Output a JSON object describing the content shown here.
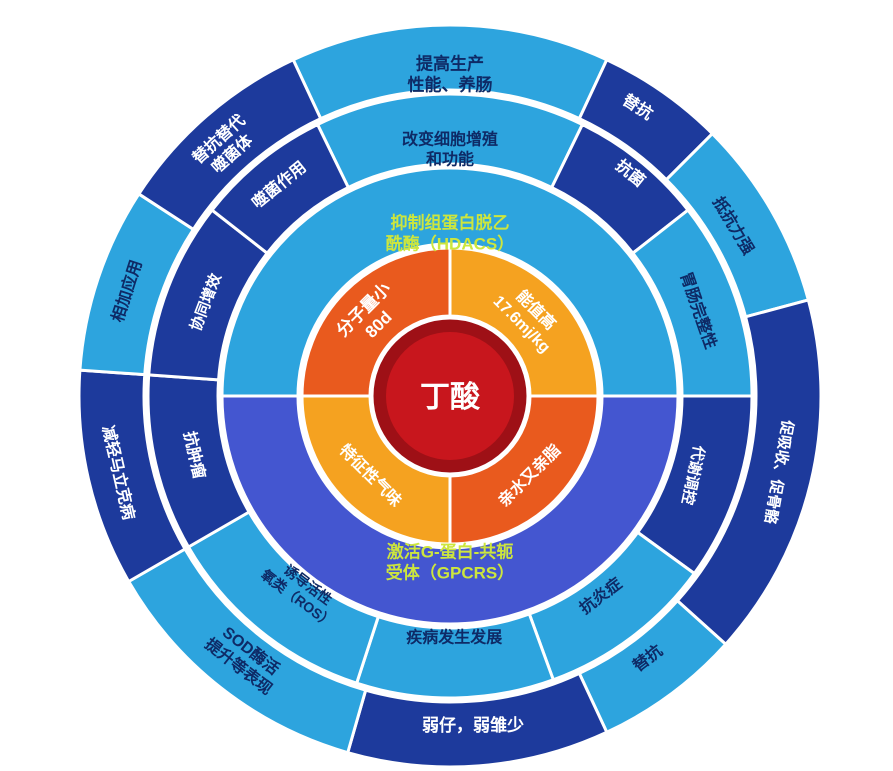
{
  "colors": {
    "lightBlue": "#2da4de",
    "darkBlue": "#1d3a9c",
    "royalBlue": "#4456d0",
    "orange": "#e95a1e",
    "amber": "#f5a220",
    "red": "#c8161d",
    "redRing": "#9e1016",
    "navyText": "#0e2a66",
    "greenText": "#cde63d",
    "white": "#ffffff"
  },
  "center": {
    "label": "丁酸"
  },
  "rings": [
    {
      "name": "inner-properties",
      "r0": 80,
      "r1": 148,
      "segments": [
        {
          "id": "molecular-weight",
          "a0": 270,
          "a1": 360,
          "fill": "orange",
          "label": {
            "lines": [
              "分子量小",
              "80d"
            ],
            "angle": 315,
            "r": 112,
            "rotate": -45,
            "color": "white",
            "size": 17,
            "bold": true
          }
        },
        {
          "id": "energy-value",
          "a0": 0,
          "a1": 90,
          "fill": "amber",
          "label": {
            "lines": [
              "能值高",
              "17.6mj/kg"
            ],
            "angle": 45,
            "r": 112,
            "rotate": 45,
            "color": "white",
            "size": 16,
            "bold": true
          }
        },
        {
          "id": "amphipathic",
          "a0": 90,
          "a1": 180,
          "fill": "orange",
          "label": {
            "lines": [
              "亲水又亲脂"
            ],
            "angle": 135,
            "r": 112,
            "rotate": -45,
            "color": "white",
            "size": 16,
            "bold": true
          }
        },
        {
          "id": "characteristic-odor",
          "a0": 180,
          "a1": 270,
          "fill": "amber",
          "label": {
            "lines": [
              "特征性气味"
            ],
            "angle": 225,
            "r": 112,
            "rotate": 45,
            "color": "white",
            "size": 16,
            "bold": true
          }
        }
      ]
    },
    {
      "name": "mechanism",
      "r0": 152,
      "r1": 228,
      "segments": [
        {
          "id": "hdacs",
          "a0": -90,
          "a1": 90,
          "fill": "lightBlue",
          "label": {
            "lines": [
              "抑制组蛋白脱乙",
              "酰酶（HDACS）"
            ],
            "angle": 0,
            "r": 163,
            "rotate": 0,
            "color": "greenText",
            "size": 17,
            "bold": true
          }
        },
        {
          "id": "gpcrs",
          "a0": 90,
          "a1": 270,
          "fill": "royalBlue",
          "label": {
            "lines": [
              "激活G-蛋白-共轭",
              "受体（GPCRS）"
            ],
            "angle": 180,
            "r": 166,
            "rotate": 0,
            "color": "greenText",
            "size": 17,
            "bold": true
          }
        }
      ]
    },
    {
      "name": "middle-effects",
      "r0": 232,
      "r1": 302,
      "segments": [
        {
          "id": "cell-proliferation",
          "a0": -26,
          "a1": 26,
          "fill": "lightBlue",
          "label": {
            "lines": [
              "改变细胞增殖",
              "和功能"
            ],
            "angle": 0,
            "r": 247,
            "rotate": 0,
            "color": "navyText",
            "size": 16,
            "bold": true
          }
        },
        {
          "id": "antibacterial",
          "a0": 26,
          "a1": 52,
          "fill": "darkBlue",
          "label": {
            "lines": [
              "抗菌"
            ],
            "angle": 39,
            "r": 287,
            "rotate": 39,
            "color": "white",
            "size": 16,
            "bold": true
          }
        },
        {
          "id": "gut-integrity",
          "a0": 52,
          "a1": 90,
          "fill": "lightBlue",
          "label": {
            "lines": [
              "胃肠完整性"
            ],
            "angle": 71,
            "r": 263,
            "rotate": 71,
            "color": "navyText",
            "size": 16,
            "bold": true
          }
        },
        {
          "id": "metabolic-regulation",
          "a0": 90,
          "a1": 126,
          "fill": "darkBlue",
          "label": {
            "lines": [
              "代谢调控"
            ],
            "angle": 108,
            "r": 256,
            "rotate": 102,
            "color": "white",
            "size": 15,
            "bold": true
          }
        },
        {
          "id": "anti-inflammation",
          "a0": 126,
          "a1": 160,
          "fill": "lightBlue",
          "label": {
            "lines": [
              "抗炎症"
            ],
            "angle": 143,
            "r": 250,
            "rotate": -37,
            "color": "navyText",
            "size": 16,
            "bold": true
          }
        },
        {
          "id": "disease-progress",
          "a0": 160,
          "a1": 198,
          "fill": "lightBlue",
          "label": {
            "lines": [
              "疾病发生发展"
            ],
            "angle": 179,
            "r": 241,
            "rotate": 0,
            "color": "navyText",
            "size": 16,
            "bold": true
          }
        },
        {
          "id": "ros-induction",
          "a0": 198,
          "a1": 240,
          "fill": "lightBlue",
          "label": {
            "lines": [
              "诱导活性",
              "氧类（ROS）"
            ],
            "angle": 217,
            "r": 245,
            "rotate": 37,
            "color": "navyText",
            "size": 14,
            "bold": true
          }
        },
        {
          "id": "anti-tumor",
          "a0": 240,
          "a1": 274,
          "fill": "darkBlue",
          "label": {
            "lines": [
              "抗肿瘤"
            ],
            "angle": 257,
            "r": 262,
            "rotate": 77,
            "color": "white",
            "size": 16,
            "bold": true
          }
        },
        {
          "id": "synergy",
          "a0": 274,
          "a1": 308,
          "fill": "darkBlue",
          "label": {
            "lines": [
              "协同增效"
            ],
            "angle": 291,
            "r": 262,
            "rotate": -69,
            "color": "white",
            "size": 15,
            "bold": true
          }
        },
        {
          "id": "phage-action",
          "a0": 308,
          "a1": 334,
          "fill": "darkBlue",
          "label": {
            "lines": [
              "噬菌作用"
            ],
            "angle": 321,
            "r": 272,
            "rotate": -39,
            "color": "white",
            "size": 16,
            "bold": true
          }
        }
      ]
    },
    {
      "name": "outer-applications",
      "r0": 306,
      "r1": 371,
      "segments": [
        {
          "id": "production-performance",
          "a0": -25,
          "a1": 25,
          "fill": "lightBlue",
          "label": {
            "lines": [
              "提高生产",
              "性能、养肠"
            ],
            "angle": 0,
            "r": 322,
            "rotate": 0,
            "color": "navyText",
            "size": 17,
            "bold": true
          }
        },
        {
          "id": "antibiotic-replacement-top",
          "a0": 25,
          "a1": 45,
          "fill": "darkBlue",
          "label": {
            "lines": [
              "替抗"
            ],
            "angle": 33,
            "r": 345,
            "rotate": 33,
            "color": "white",
            "size": 16,
            "bold": true
          }
        },
        {
          "id": "strong-resistance",
          "a0": 45,
          "a1": 75,
          "fill": "lightBlue",
          "label": {
            "lines": [
              "抵抗力强"
            ],
            "angle": 59,
            "r": 331,
            "rotate": 59,
            "color": "navyText",
            "size": 16,
            "bold": true
          }
        },
        {
          "id": "absorption-bone",
          "a0": 75,
          "a1": 132,
          "fill": "darkBlue",
          "label": {
            "lines": [
              "促吸收、促骨骼"
            ],
            "angle": 103,
            "r": 338,
            "rotate": 100,
            "color": "white",
            "size": 15,
            "bold": true
          }
        },
        {
          "id": "antibiotic-replacement-bottom",
          "a0": 132,
          "a1": 155,
          "fill": "lightBlue",
          "label": {
            "lines": [
              "替抗"
            ],
            "angle": 143,
            "r": 328,
            "rotate": -37,
            "color": "navyText",
            "size": 16,
            "bold": true
          }
        },
        {
          "id": "fewer-weak-offspring",
          "a0": 155,
          "a1": 196,
          "fill": "darkBlue",
          "label": {
            "lines": [
              "弱仔，弱雏少"
            ],
            "angle": 176,
            "r": 330,
            "rotate": 0,
            "color": "white",
            "size": 17,
            "bold": true
          }
        },
        {
          "id": "sod-enzyme",
          "a0": 196,
          "a1": 240,
          "fill": "lightBlue",
          "label": {
            "lines": [
              "SOD酶活",
              "提升等表现"
            ],
            "angle": 218,
            "r": 333,
            "rotate": 38,
            "color": "navyText",
            "size": 16,
            "bold": true
          }
        },
        {
          "id": "marek-disease",
          "a0": 240,
          "a1": 274,
          "fill": "darkBlue",
          "label": {
            "lines": [
              "减轻马立克病"
            ],
            "angle": 257,
            "r": 340,
            "rotate": 77,
            "color": "white",
            "size": 16,
            "bold": true
          }
        },
        {
          "id": "additive-application",
          "a0": 274,
          "a1": 303,
          "fill": "lightBlue",
          "label": {
            "lines": [
              "相加应用"
            ],
            "angle": 288,
            "r": 340,
            "rotate": -72,
            "color": "navyText",
            "size": 16,
            "bold": true
          }
        },
        {
          "id": "phage-antibiotic-replacement",
          "a0": 303,
          "a1": 335,
          "fill": "darkBlue",
          "label": {
            "lines": [
              "替抗替代",
              "噬菌体"
            ],
            "angle": 318,
            "r": 336,
            "rotate": -42,
            "color": "white",
            "size": 16,
            "bold": true
          }
        }
      ]
    }
  ]
}
